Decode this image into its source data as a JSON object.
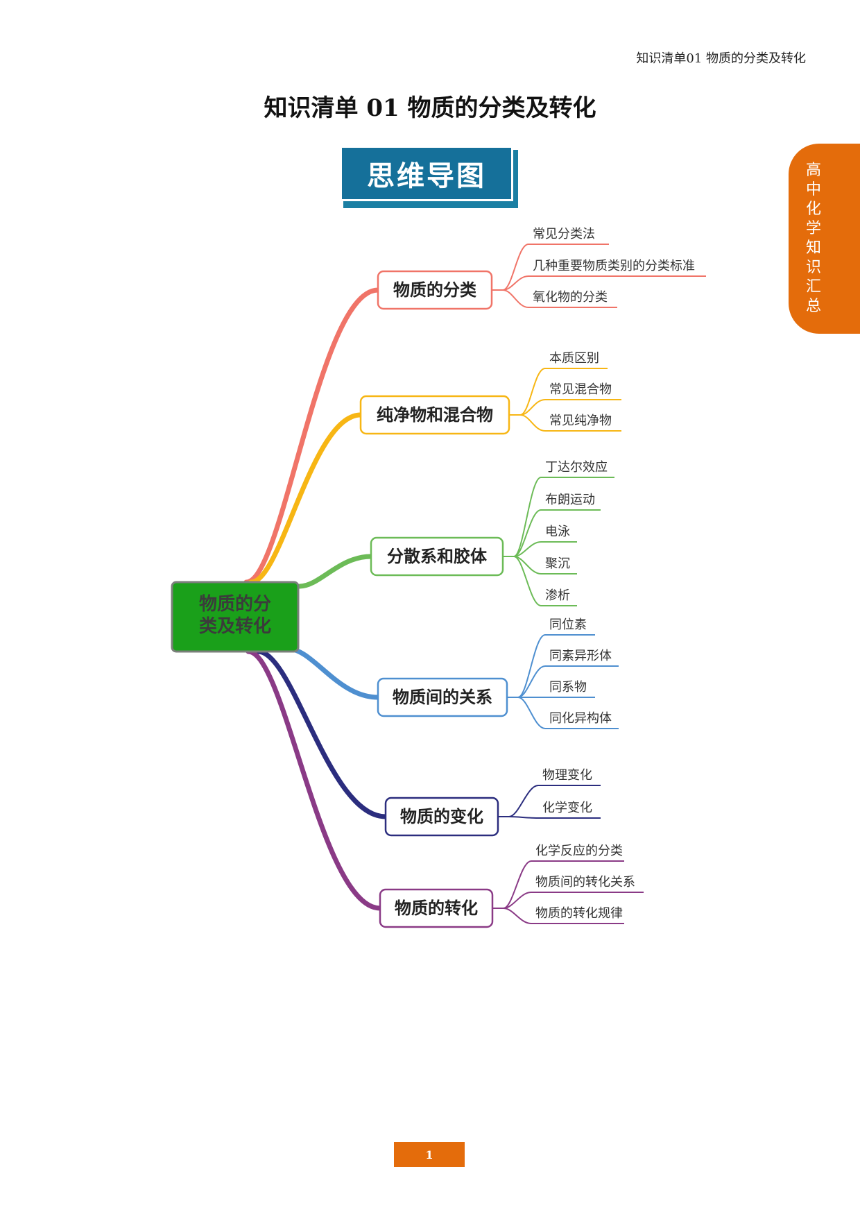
{
  "header": {
    "running_title": "知识清单01  物质的分类及转化"
  },
  "title": "知识清单 01  物质的分类及转化",
  "banner": {
    "label": "思维导图"
  },
  "side_tab": {
    "label": "高中化学知识汇总"
  },
  "mindmap": {
    "root": {
      "label": "物质的分类及转化",
      "color": "#1aa01a"
    },
    "branches": [
      {
        "label": "物质的分类",
        "color": "#f07468",
        "children": [
          "常见分类法",
          "几种重要物质类别的分类标准",
          "氧化物的分类"
        ]
      },
      {
        "label": "纯净物和混合物",
        "color": "#f7b614",
        "children": [
          "本质区别",
          "常见混合物",
          "常见纯净物"
        ]
      },
      {
        "label": "分散系和胶体",
        "color": "#6cbb57",
        "children": [
          "丁达尔效应",
          "布朗运动",
          "电泳",
          "聚沉",
          "渗析"
        ]
      },
      {
        "label": "物质间的关系",
        "color": "#4e8fd0",
        "children": [
          "同位素",
          "同素异形体",
          "同系物",
          "同化异构体"
        ]
      },
      {
        "label": "物质的变化",
        "color": "#2b2d7e",
        "children": [
          "物理变化",
          "化学变化"
        ]
      },
      {
        "label": "物质的转化",
        "color": "#8a3a86",
        "children": [
          "化学反应的分类",
          "物质间的转化关系",
          "物质的转化规律"
        ]
      }
    ]
  },
  "page_number": "1"
}
